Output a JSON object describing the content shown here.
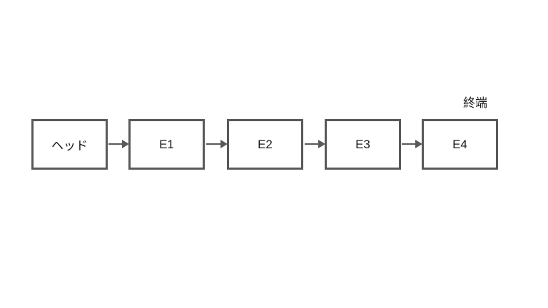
{
  "diagram": {
    "type": "linked-list-flow",
    "terminal_label": "終端",
    "nodes": [
      {
        "label": "ヘッド"
      },
      {
        "label": "E1"
      },
      {
        "label": "E2"
      },
      {
        "label": "E3"
      },
      {
        "label": "E4"
      }
    ],
    "connections": [
      {
        "from": "ヘッド",
        "to": "E1"
      },
      {
        "from": "E1",
        "to": "E2"
      },
      {
        "from": "E2",
        "to": "E3"
      },
      {
        "from": "E3",
        "to": "E4"
      }
    ],
    "colors": {
      "border": "#595959",
      "arrow": "#595959",
      "text": "#1a1a1a",
      "background": "#ffffff"
    }
  }
}
